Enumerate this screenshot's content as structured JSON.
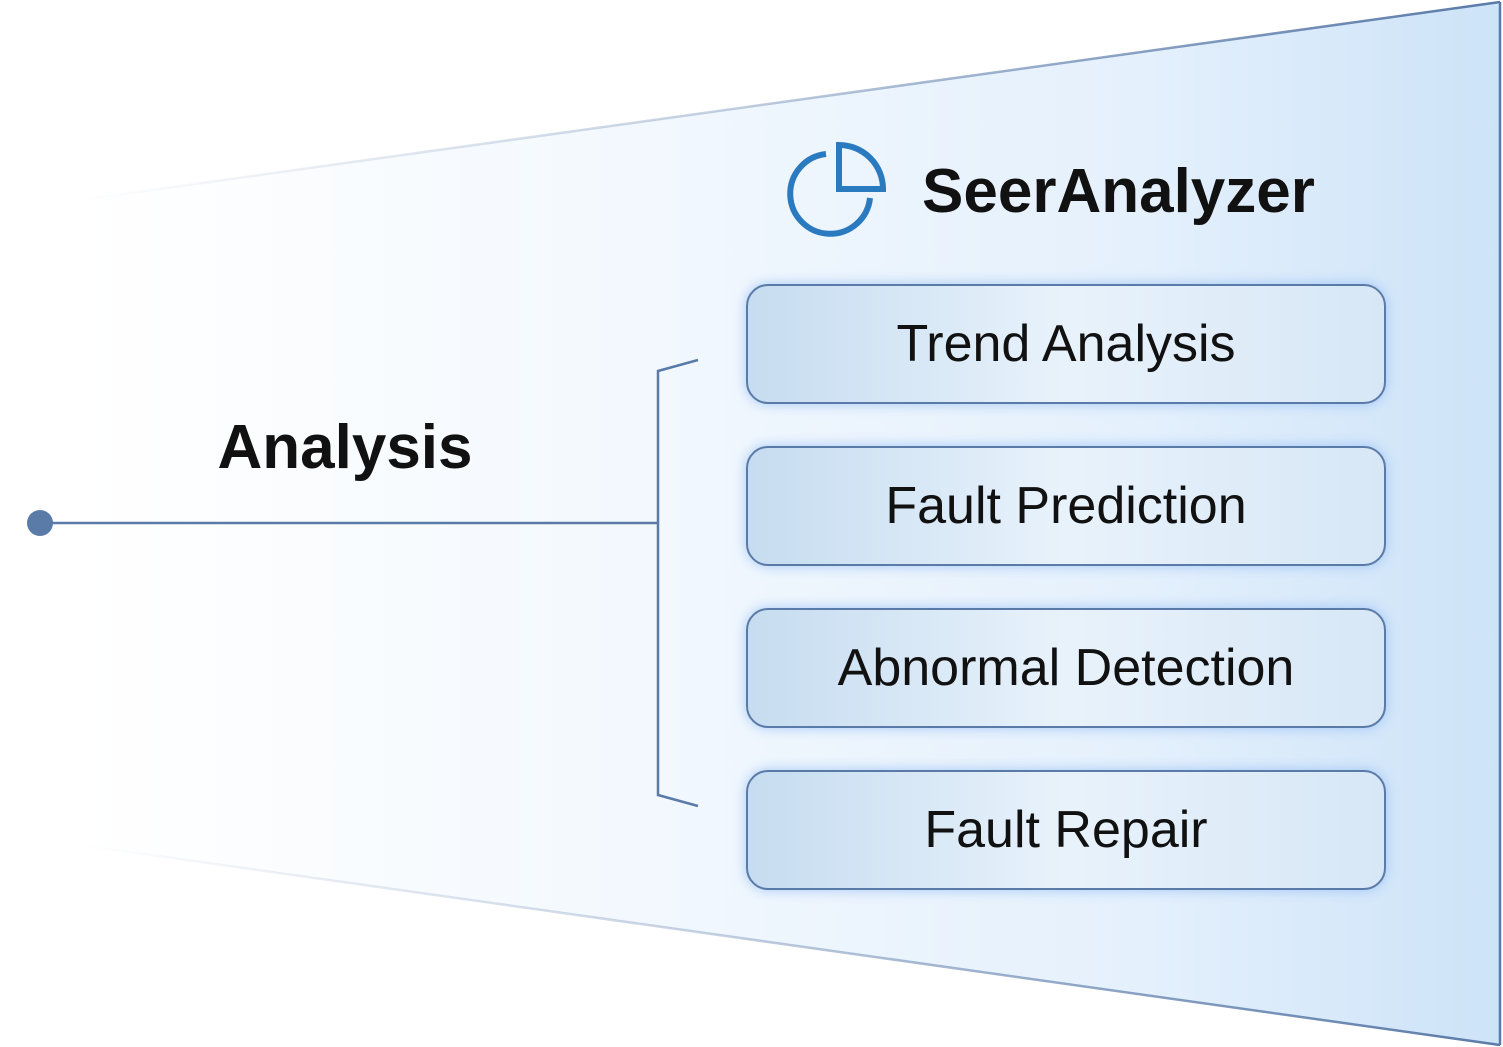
{
  "diagram": {
    "left_label": "Analysis",
    "brand": {
      "name": "SeerAnalyzer",
      "icon": "pie-chart-icon",
      "icon_color": "#2a7ac0"
    },
    "modules": [
      {
        "label": "Trend Analysis"
      },
      {
        "label": "Fault Prediction"
      },
      {
        "label": "Abnormal Detection"
      },
      {
        "label": "Fault Repair"
      }
    ],
    "colors": {
      "connector": "#5a7aa8",
      "panel_light": "#ffffff",
      "panel_dark": "#cfe4f8",
      "text": "#111111"
    }
  }
}
